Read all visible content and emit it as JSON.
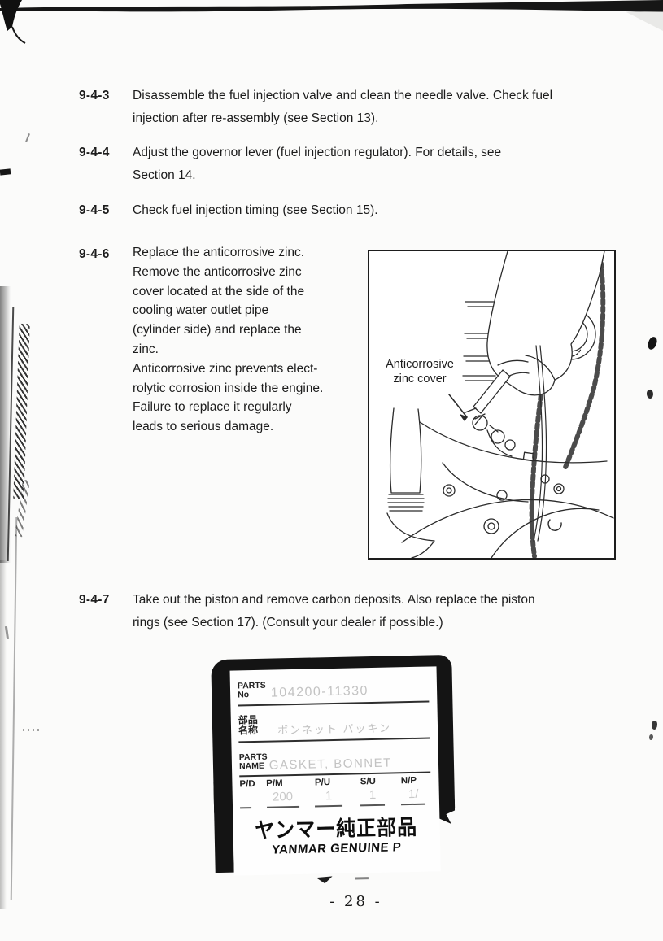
{
  "document": {
    "page_number": "- 28 -",
    "sections": [
      {
        "id": "9-4-3",
        "text": "Disassemble the fuel injection valve and clean the needle valve.  Check fuel\ninjection after re-assembly (see Section 13)."
      },
      {
        "id": "9-4-4",
        "text": "Adjust the governor lever (fuel injection regulator).  For details, see\nSection 14."
      },
      {
        "id": "9-4-5",
        "text": "Check fuel injection timing (see Section 15)."
      },
      {
        "id": "9-4-6",
        "text": "Replace the anticorrosive zinc.\nRemove the anticorrosive zinc\ncover located at the side of the\ncooling water outlet pipe\n(cylinder side) and replace the\nzinc.\nAnticorrosive zinc prevents elect-\nrolytic corrosion inside the engine.\nFailure to replace it regularly\nleads to serious damage."
      },
      {
        "id": "9-4-7",
        "text": "Take out the piston and remove carbon deposits.  Also replace the piston\nrings (see Section 17).  (Consult your dealer if possible.)"
      }
    ],
    "figure": {
      "caption": "Anticorrosive\nzinc cover"
    },
    "parts_label": {
      "parts_no_label": "PARTS\nNo",
      "parts_no_value": "104200-11330",
      "jp_name_label": "部品\n名称",
      "jp_name_value": "ボンネット パッキン",
      "parts_name_label": "PARTS\nNAME",
      "parts_name_value": "GASKET, BONNET",
      "columns": [
        {
          "header": "P/D",
          "value": ""
        },
        {
          "header": "P/M",
          "value": "200"
        },
        {
          "header": "P/U",
          "value": "1"
        },
        {
          "header": "S/U",
          "value": "1"
        },
        {
          "header": "N/P",
          "value": "1/"
        }
      ],
      "brand_jp": "ヤンマー純正部品",
      "brand_en": "YANMAR GENUINE P"
    }
  },
  "colors": {
    "ink": "#1c1c1c",
    "faint_stamp": "#c3c3c3",
    "photo_black": "#141414"
  }
}
